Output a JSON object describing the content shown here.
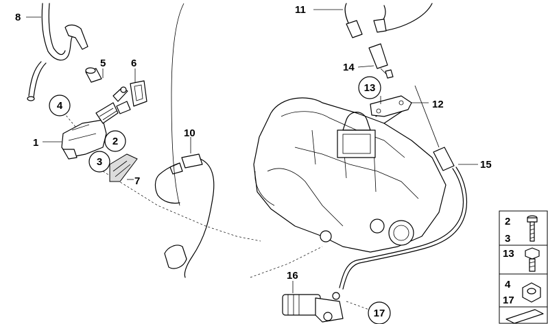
{
  "diagram": {
    "callouts": {
      "c1": "1",
      "c2": "2",
      "c3": "3",
      "c4": "4",
      "c5": "5",
      "c6": "6",
      "c7": "7",
      "c8": "8",
      "c10": "10",
      "c11": "11",
      "c12": "12",
      "c13": "13",
      "c14": "14",
      "c15": "15",
      "c16": "16",
      "c17": "17"
    },
    "legend": {
      "r1a": "2",
      "r1b": "3",
      "r2": "13",
      "r3a": "4",
      "r3b": "17"
    }
  }
}
